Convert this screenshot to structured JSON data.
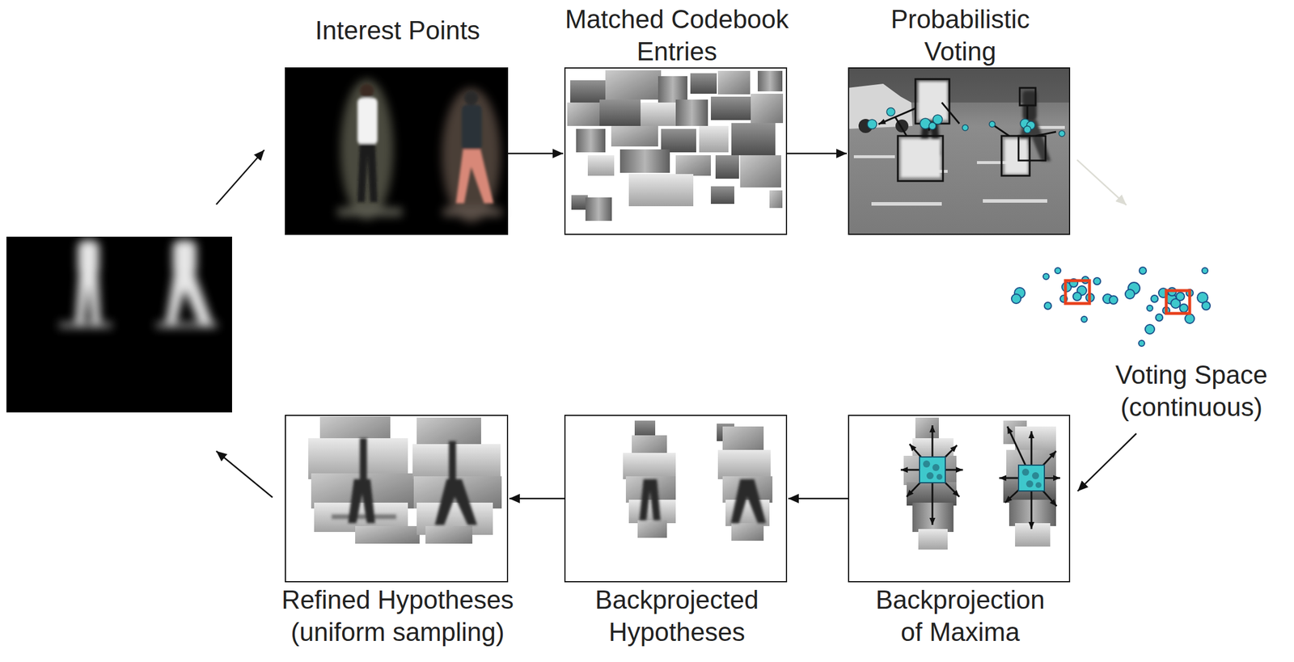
{
  "diagram": {
    "nodes": [
      {
        "text": [
          "Interest Points"
        ]
      },
      {
        "text": [
          "Matched Codebook Entries"
        ]
      },
      {
        "text": [
          "Probabilistic Voting"
        ]
      },
      {
        "text": [
          "Voting Space (continuous)"
        ]
      },
      {
        "text": [
          "Backprojection of Maxima"
        ]
      },
      {
        "text": [
          "Backprojected Hypotheses"
        ]
      },
      {
        "text": [
          "Refined Hypotheses (uniform sampling)"
        ]
      }
    ],
    "edges": [
      {
        "from": 0,
        "to": 1,
        "arrow": "to"
      },
      {
        "from": 1,
        "to": 2,
        "arrow": "to"
      },
      {
        "from": 2,
        "to": 3,
        "arrow": "to"
      },
      {
        "from": 3,
        "to": 4,
        "arrow": "to"
      },
      {
        "from": 4,
        "to": 5,
        "arrow": "to"
      },
      {
        "from": 5,
        "to": 6,
        "arrow": "to"
      }
    ]
  }
}
